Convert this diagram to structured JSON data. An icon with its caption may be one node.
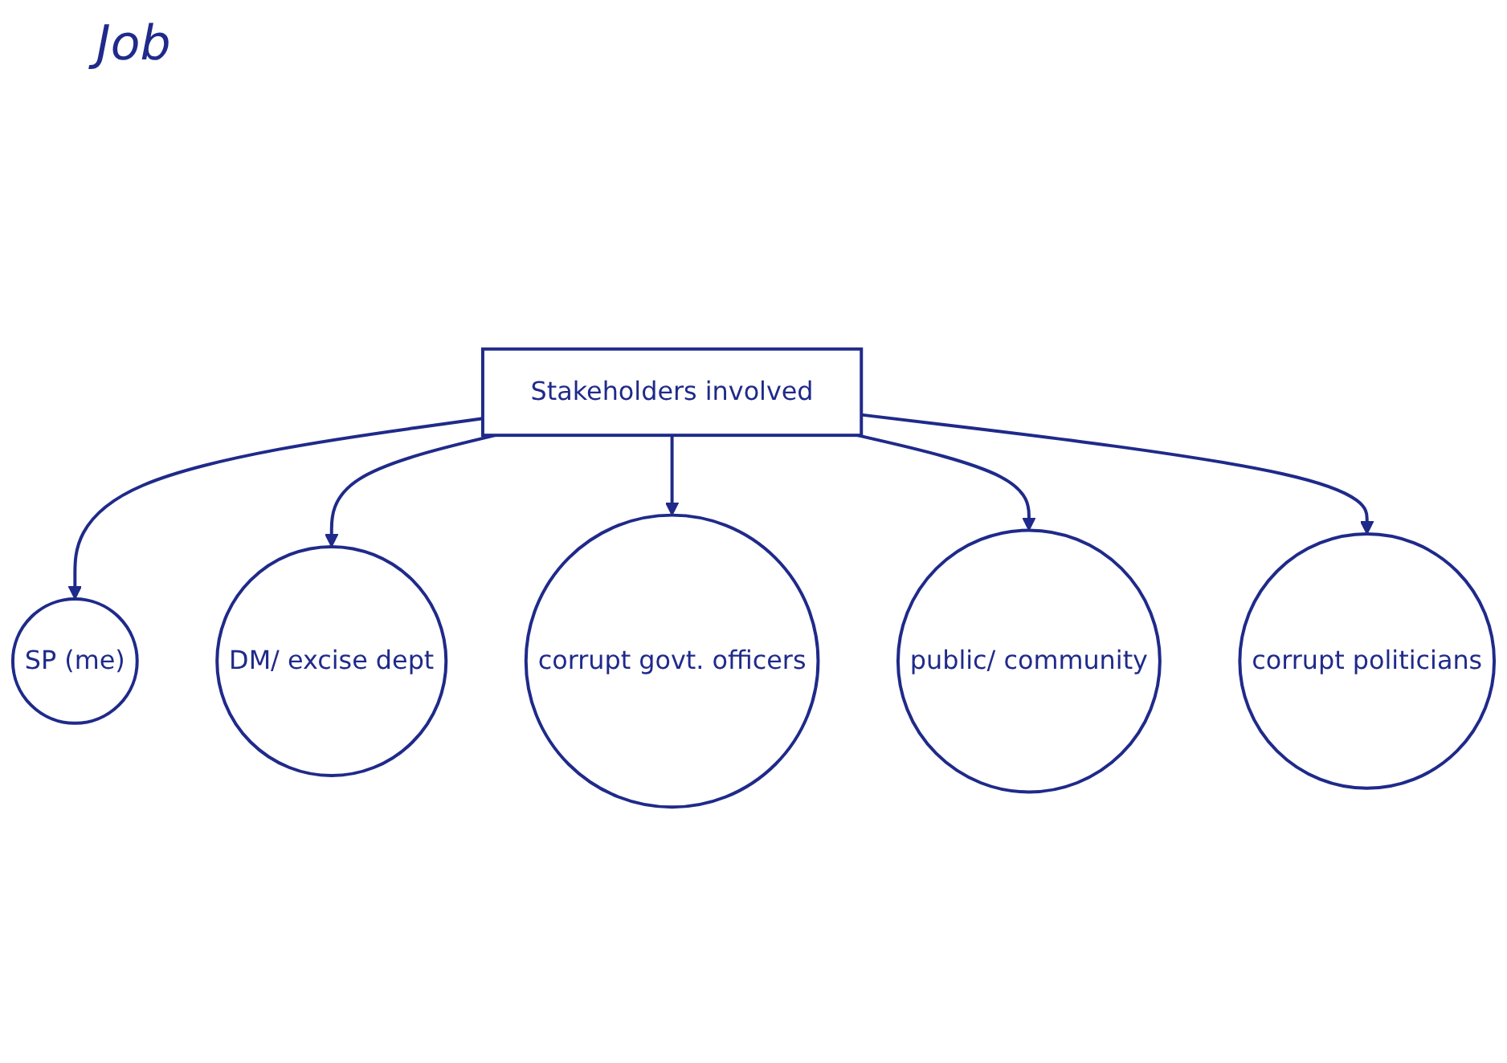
{
  "diagram": {
    "nodes": [
      {
        "text": [
          "Stakeholders involved"
        ]
      },
      {
        "text": [
          "SP (me)"
        ]
      },
      {
        "text": [
          "DM/ excise dept"
        ]
      },
      {
        "text": [
          "corrupt govt. officers"
        ]
      },
      {
        "text": [
          "public/ community"
        ]
      },
      {
        "text": [
          "corrupt politicians"
        ]
      }
    ],
    "edges": [
      {
        "from": 0,
        "to": 1,
        "arrow": "to"
      },
      {
        "from": 0,
        "to": 2,
        "arrow": "to"
      },
      {
        "from": 0,
        "to": 3,
        "arrow": "to"
      },
      {
        "from": 0,
        "to": 4,
        "arrow": "to"
      },
      {
        "from": 0,
        "to": 5,
        "arrow": "to"
      }
    ],
    "labels": [
      "Job"
    ]
  }
}
